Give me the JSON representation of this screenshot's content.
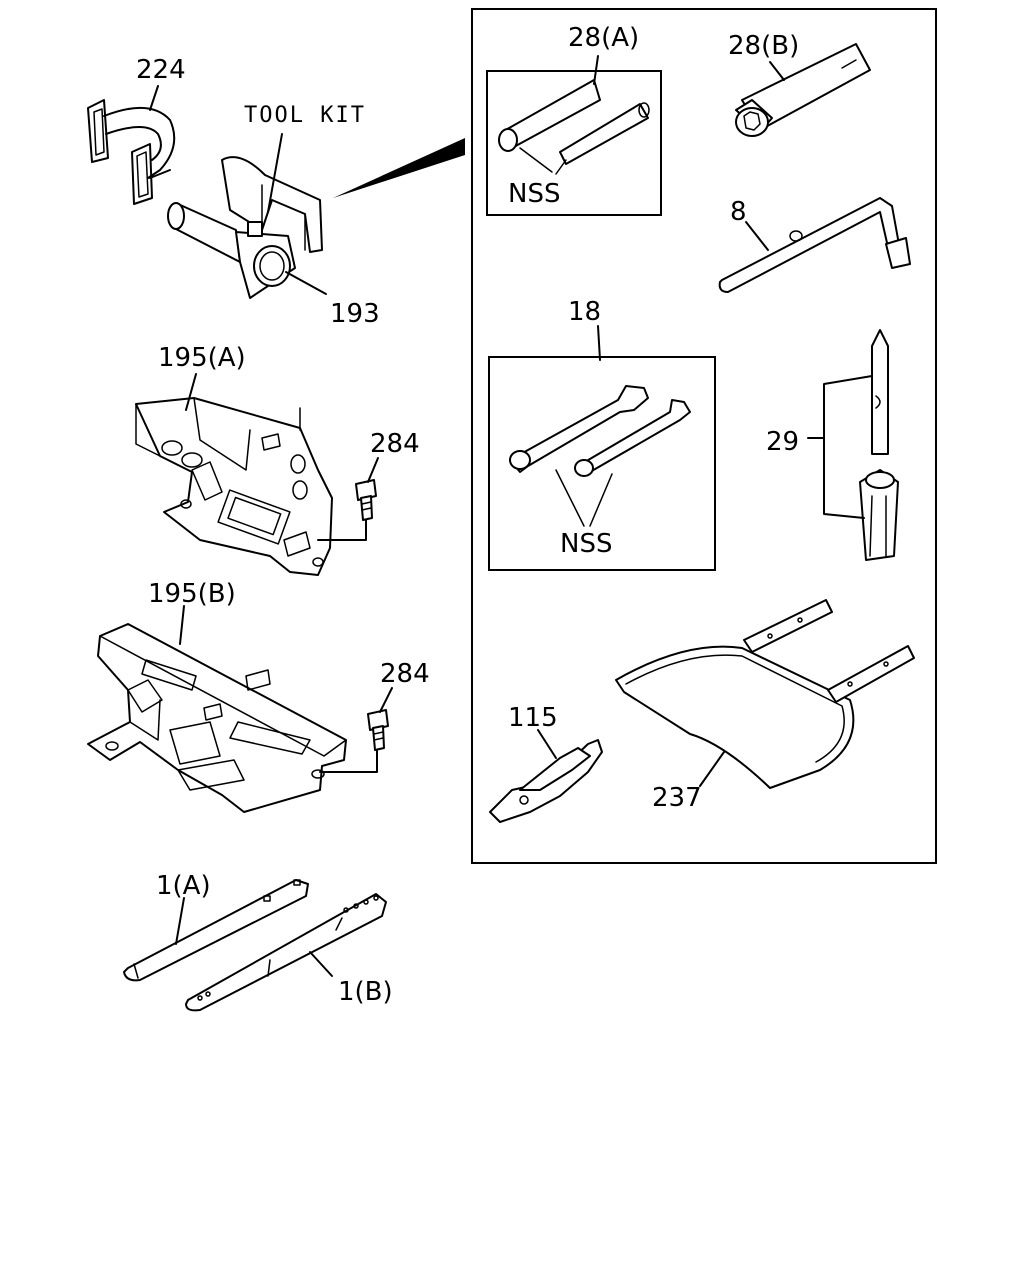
{
  "labels": {
    "p224": "224",
    "tool_kit": "TOOL KIT",
    "p193": "193",
    "p195a": "195(A)",
    "p284a": "284",
    "p195b": "195(B)",
    "p284b": "284",
    "p1a": "1(A)",
    "p1b": "1(B)",
    "p28a": "28(A)",
    "nss1": "NSS",
    "p28b": "28(B)",
    "p8": "8",
    "p18": "18",
    "nss2": "NSS",
    "p29": "29",
    "p115": "115",
    "p237": "237"
  },
  "colors": {
    "ink": "#000000",
    "paper": "#ffffff"
  }
}
